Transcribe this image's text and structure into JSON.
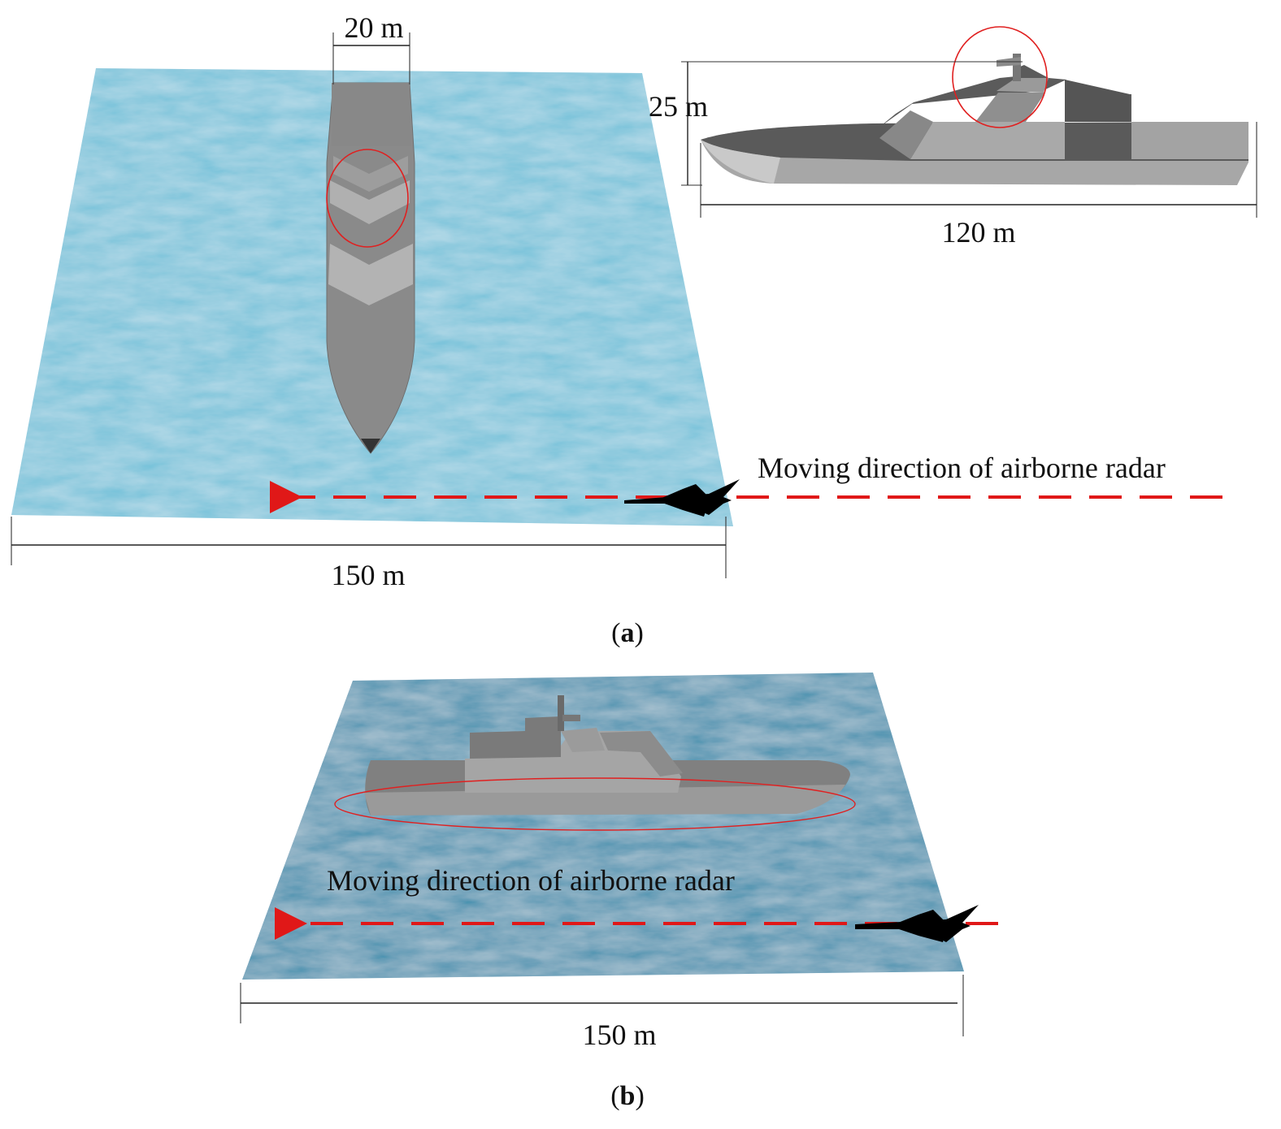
{
  "panel_a": {
    "top_view": {
      "width_label": "20 m",
      "sea_width_label": "150 m",
      "radar_label": "Moving direction of airborne radar"
    },
    "side_view": {
      "height_label": "25 m",
      "length_label": "120 m"
    },
    "caption_letter": "a"
  },
  "panel_b": {
    "sea_width_label": "150 m",
    "radar_label": "Moving direction of airborne radar",
    "caption_letter": "b"
  },
  "colors": {
    "sea_a": "#72c1d9",
    "sea_b": "#3f8fae",
    "hull_light": "#a9a9a9",
    "hull_mid": "#8a8a8a",
    "hull_dark": "#5b5b5b",
    "highlight_circle": "#e02020",
    "radar_track": "#e01818",
    "aircraft": "#000000"
  }
}
